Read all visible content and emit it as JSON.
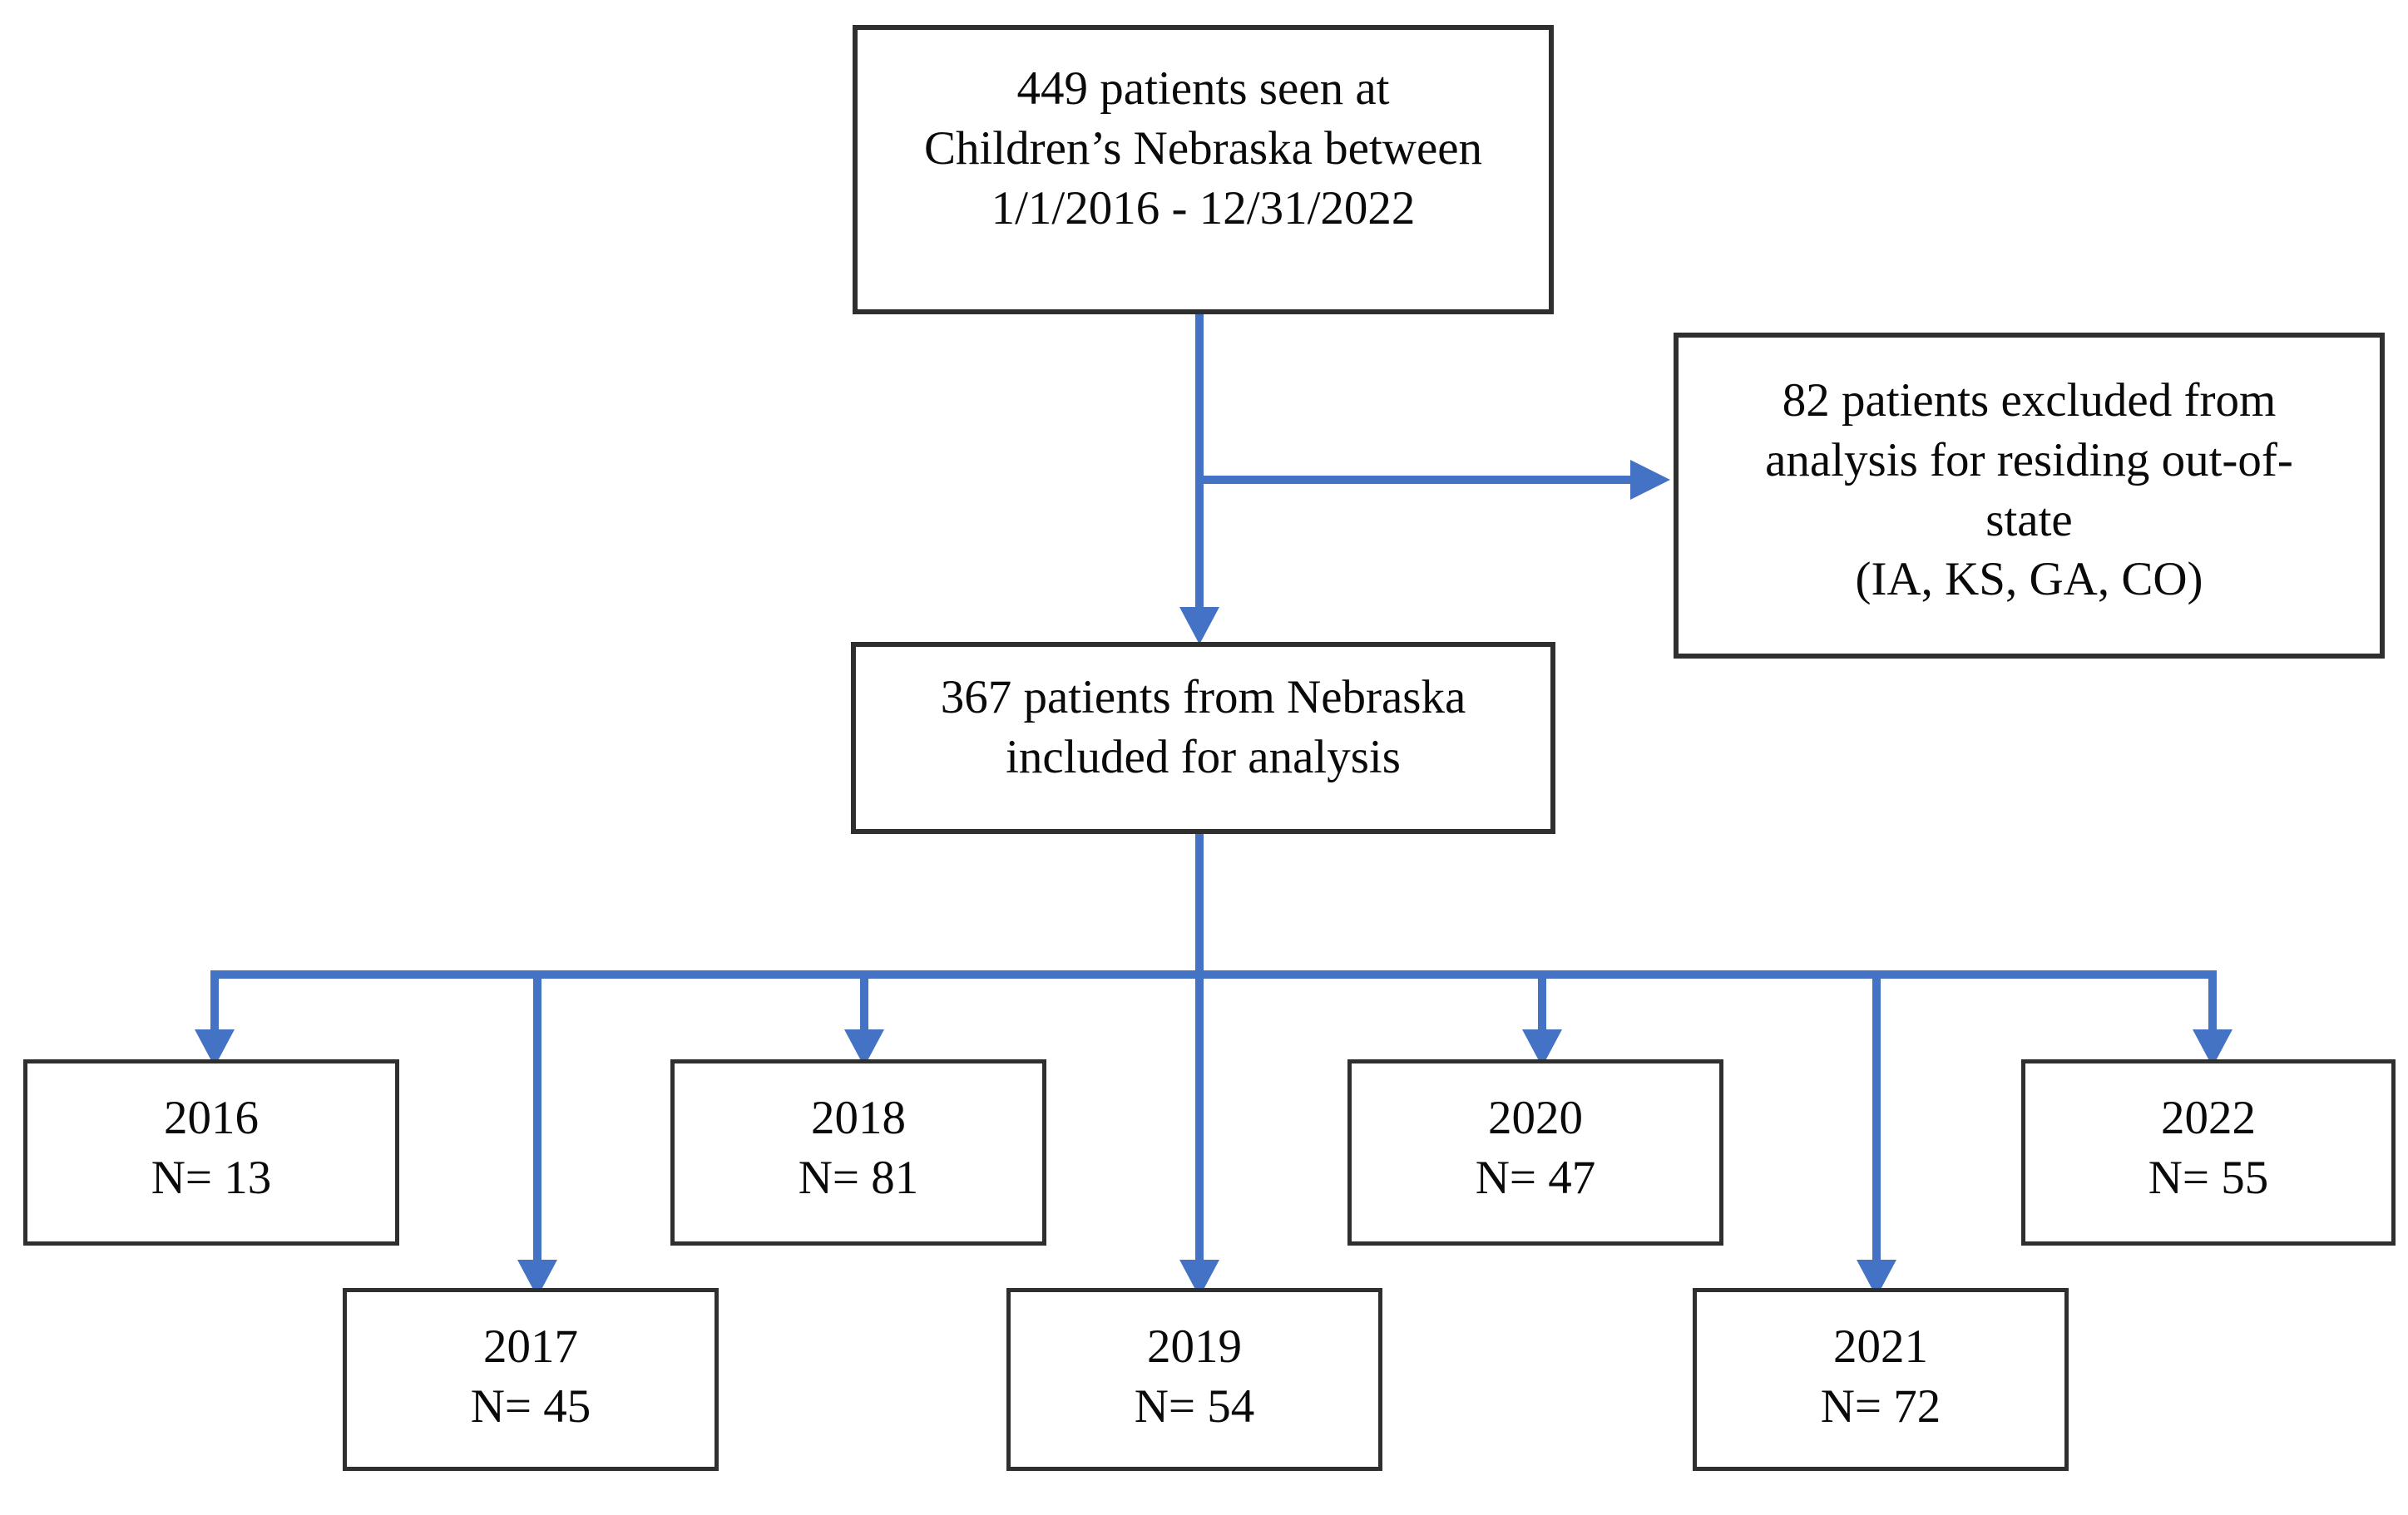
{
  "figure": {
    "type": "patient-flow-diagram",
    "arrow_color": "#4472C4",
    "border_color": "#2f2f2f",
    "nodes": {
      "total": {
        "lines": [
          "449 patients seen at",
          "Children’s Nebraska between",
          "1/1/2016 - 12/31/2022"
        ]
      },
      "excluded": {
        "lines": [
          "82 patients excluded from",
          "analysis for residing out-of-",
          "state",
          "(IA, KS, GA, CO)"
        ]
      },
      "included": {
        "lines": [
          "367 patients from Nebraska",
          "included for analysis"
        ]
      },
      "years": [
        {
          "label": "2016",
          "count": "N= 13"
        },
        {
          "label": "2017",
          "count": "N= 45"
        },
        {
          "label": "2018",
          "count": "N= 81"
        },
        {
          "label": "2019",
          "count": "N= 54"
        },
        {
          "label": "2020",
          "count": "N= 47"
        },
        {
          "label": "2021",
          "count": "N= 72"
        },
        {
          "label": "2022",
          "count": "N= 55"
        }
      ]
    }
  }
}
